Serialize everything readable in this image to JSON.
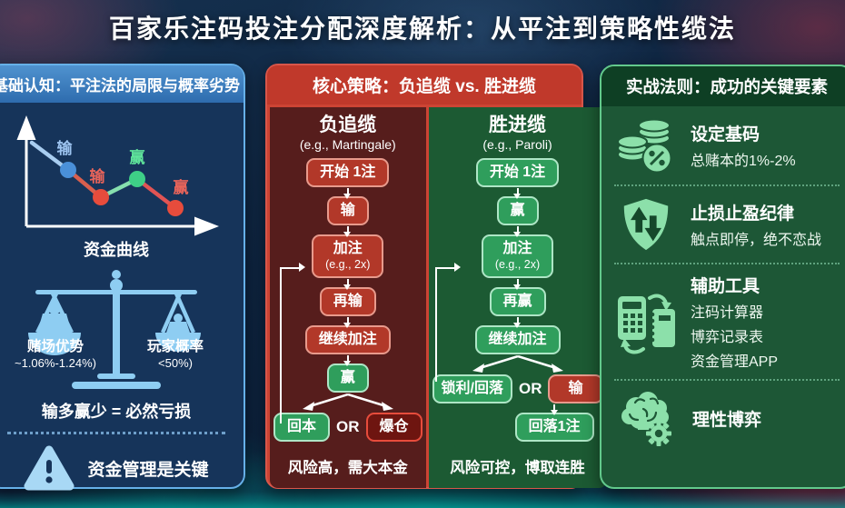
{
  "title": "百家乐注码投注分配深度解析：从平注到策略性缆法",
  "colors": {
    "background_navy": "#0e2440",
    "left_panel_blue": "#16345a",
    "left_header_blue": "#3b7ec2",
    "left_border_blue": "#66b0e8",
    "middle_header_red": "#c0392b",
    "middle_negative_bg": "#561d1c",
    "middle_positive_bg": "#1c5a33",
    "flow_box_red": "#b23829",
    "flow_box_green": "#2f9e5c",
    "bust_box_dark_red": "#6e1510",
    "right_panel_green": "#1d5736",
    "right_header_green": "#0e3f24",
    "icon_light_green": "#8ce0aa",
    "icon_light_blue": "#a8d8f5"
  },
  "glyphs": {
    "percent": "%"
  },
  "icons": [
    "balance-scale-icon",
    "warning-triangle-icon",
    "coins-percent-icon",
    "shield-arrows-icon",
    "calculator-notebook-icon",
    "brain-gear-icon"
  ],
  "left_panel": {
    "header": "基础认知：平注法的局限与概率劣势",
    "chart_xlabel": "资金曲线",
    "scale": {
      "left_label": "赌场优势",
      "left_value": "~1.06%-1.24%)",
      "right_label": "玩家概率",
      "right_value": "<50%)"
    },
    "conclusion": "输多赢少 = 必然亏损",
    "warning": "资金管理是关键"
  },
  "middle_panel": {
    "header": "核心策略：负追缆 vs. 胜进缆",
    "negative": {
      "title": "负追缆",
      "subtitle": "(e.g., Martingale)",
      "step_start": "开始 1注",
      "step_2": "输",
      "step_3": "加注",
      "step_3_note": "(e.g., 2x)",
      "step_4": "再输",
      "step_5": "继续加注",
      "step_6": "赢",
      "outcome_a": "回本",
      "or_label": "OR",
      "outcome_b": "爆仓",
      "footer": "风险高，需大本金"
    },
    "positive": {
      "title": "胜进缆",
      "subtitle": "(e.g., Paroli)",
      "step_start": "开始 1注",
      "step_2": "赢",
      "step_3": "加注",
      "step_3_note": "(e.g., 2x)",
      "step_4": "再赢",
      "step_5": "继续加注",
      "outcome_a": "锁利/回落",
      "or_label": "OR",
      "outcome_b": "输",
      "final_step": "回落1注",
      "footer": "风险可控，博取连胜"
    }
  },
  "right_panel": {
    "header": "实战法则：成功的关键要素",
    "items": [
      {
        "title": "设定基码",
        "line1": "总赌本的1%-2%"
      },
      {
        "title": "止损止盈纪律",
        "line1": "触点即停，绝不恋战"
      },
      {
        "title": "辅助工具",
        "line1": "注码计算器",
        "line2": "博弈记录表",
        "line3": "资金管理APP"
      },
      {
        "title": "理性博弈"
      }
    ]
  },
  "chart_data": {
    "type": "line",
    "title": "资金曲线",
    "x": [
      0,
      1,
      2,
      3,
      4
    ],
    "y": [
      100,
      85,
      68,
      80,
      58
    ],
    "point_labels": [
      "",
      "输",
      "输",
      "赢",
      "赢"
    ],
    "point_colors": [
      "",
      "#4a90d9",
      "#e74c3c",
      "#3ecf87",
      "#e74c3c"
    ],
    "xlabel": "资金曲线",
    "ylim": [
      0,
      110
    ],
    "grid": false,
    "legend": false
  }
}
